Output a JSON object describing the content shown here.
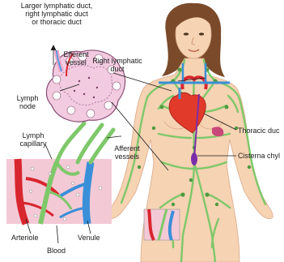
{
  "labels": {
    "top_line1": "Larger lymphatic duct,",
    "top_line2": "right lymphatic duct",
    "top_line3": "or thoracic duct",
    "efferent_line1": "Efferent",
    "efferent_line2": "vessel",
    "lymph_node_line1": "Lymph",
    "lymph_node_line2": "node",
    "lymph_capillary_line1": "Lymph",
    "lymph_capillary_line2": "capillary",
    "afferent_line1": "Afferent",
    "afferent_line2": "vessels",
    "right_duct_line1": "Right lymphatic",
    "right_duct_line2": "duct",
    "thoracic_duct": "Thoracic duc",
    "cisterna": "Cisterna chyl",
    "arteriole": "Arteriole",
    "venule": "Venule",
    "blood": "Blood"
  },
  "colors": {
    "lymph_green": "#7ec86a",
    "lymph_dark": "#4f9a40",
    "artery_red": "#d8262e",
    "vein_blue": "#3a8fd9",
    "node_pink": "#f2cbe0",
    "skin": "#f6d3b3",
    "hair": "#7a4a2a",
    "tissue_pink": "#f4c9d6",
    "duct_purple": "#7b2ea8"
  }
}
